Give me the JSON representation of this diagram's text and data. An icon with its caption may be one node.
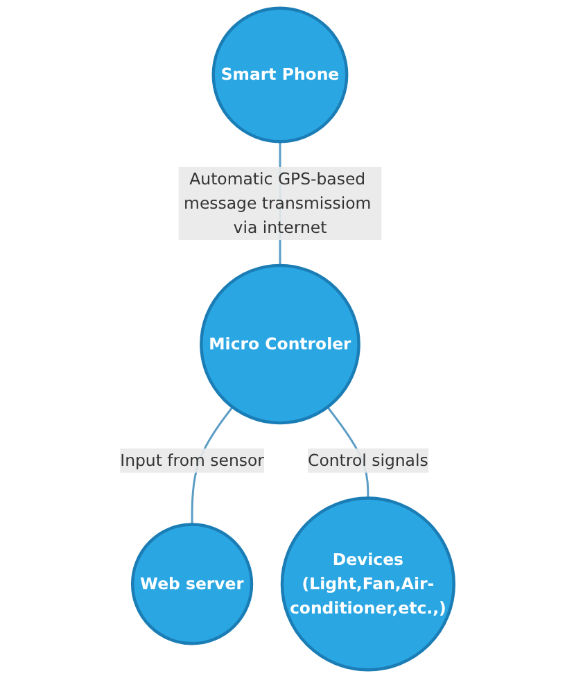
{
  "diagram": {
    "nodes": [
      {
        "text": [
          "Smart Phone"
        ]
      },
      {
        "text": [
          "Micro Controler"
        ]
      },
      {
        "text": [
          "Web server"
        ]
      },
      {
        "text": [
          "Devices",
          "(Light,Fan,Air-conditioner,etc.,)"
        ]
      }
    ],
    "edges": [
      {
        "from": 0,
        "to": 1,
        "arrow": "none",
        "label": "Automatic GPS-based message transmissiom via internet"
      },
      {
        "from": 1,
        "to": 2,
        "arrow": "none",
        "label": "Input from sensor"
      },
      {
        "from": 1,
        "to": 3,
        "arrow": "none",
        "label": "Control signals"
      }
    ]
  }
}
